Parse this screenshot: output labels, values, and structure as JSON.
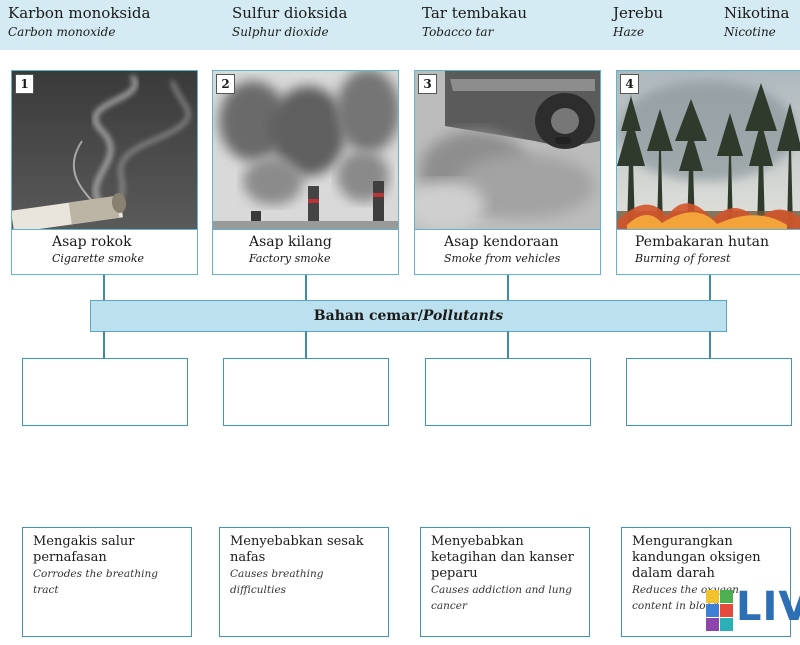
{
  "word_bank": [
    {
      "ms": "Karbon monoksida",
      "en": "Carbon monoxide"
    },
    {
      "ms": "Sulfur dioksida",
      "en": "Sulphur dioxide"
    },
    {
      "ms": "Tar tembakau",
      "en": "Tobacco tar"
    },
    {
      "ms": "Jerebu",
      "en": "Haze"
    },
    {
      "ms": "Nikotina",
      "en": "Nicotine"
    }
  ],
  "sources": [
    {
      "num": "1",
      "ms": "Asap rokok",
      "en": "Cigarette smoke"
    },
    {
      "num": "2",
      "ms": "Asap kilang",
      "en": "Factory smoke"
    },
    {
      "num": "3",
      "ms": "Asap kendoraan",
      "en": "Smoke from vehicles"
    },
    {
      "num": "4",
      "ms": "Pembakaran hutan",
      "en": "Burning of forest"
    }
  ],
  "pollutants_bar": {
    "ms": "Bahan cemar/",
    "en": "Pollutants"
  },
  "effects": [
    {
      "ms": "Mengakis salur pernafasan",
      "en": "Corrodes the breathing tract"
    },
    {
      "ms": "Menyebabkan sesak nafas",
      "en": "Causes breathing difficulties"
    },
    {
      "ms": "Menyebabkan ketagihan dan kanser peparu",
      "en": "Causes addiction and lung cancer"
    },
    {
      "ms": "Mengurangkan kandungan oksigen dalam darah",
      "en": "Reduces the oxygen content in blood"
    }
  ],
  "logo_text": "LIV",
  "colors": {
    "bank_bg": "#d5ebf3",
    "accent": "#3e8da8",
    "bar_bg": "#bde0ee"
  }
}
